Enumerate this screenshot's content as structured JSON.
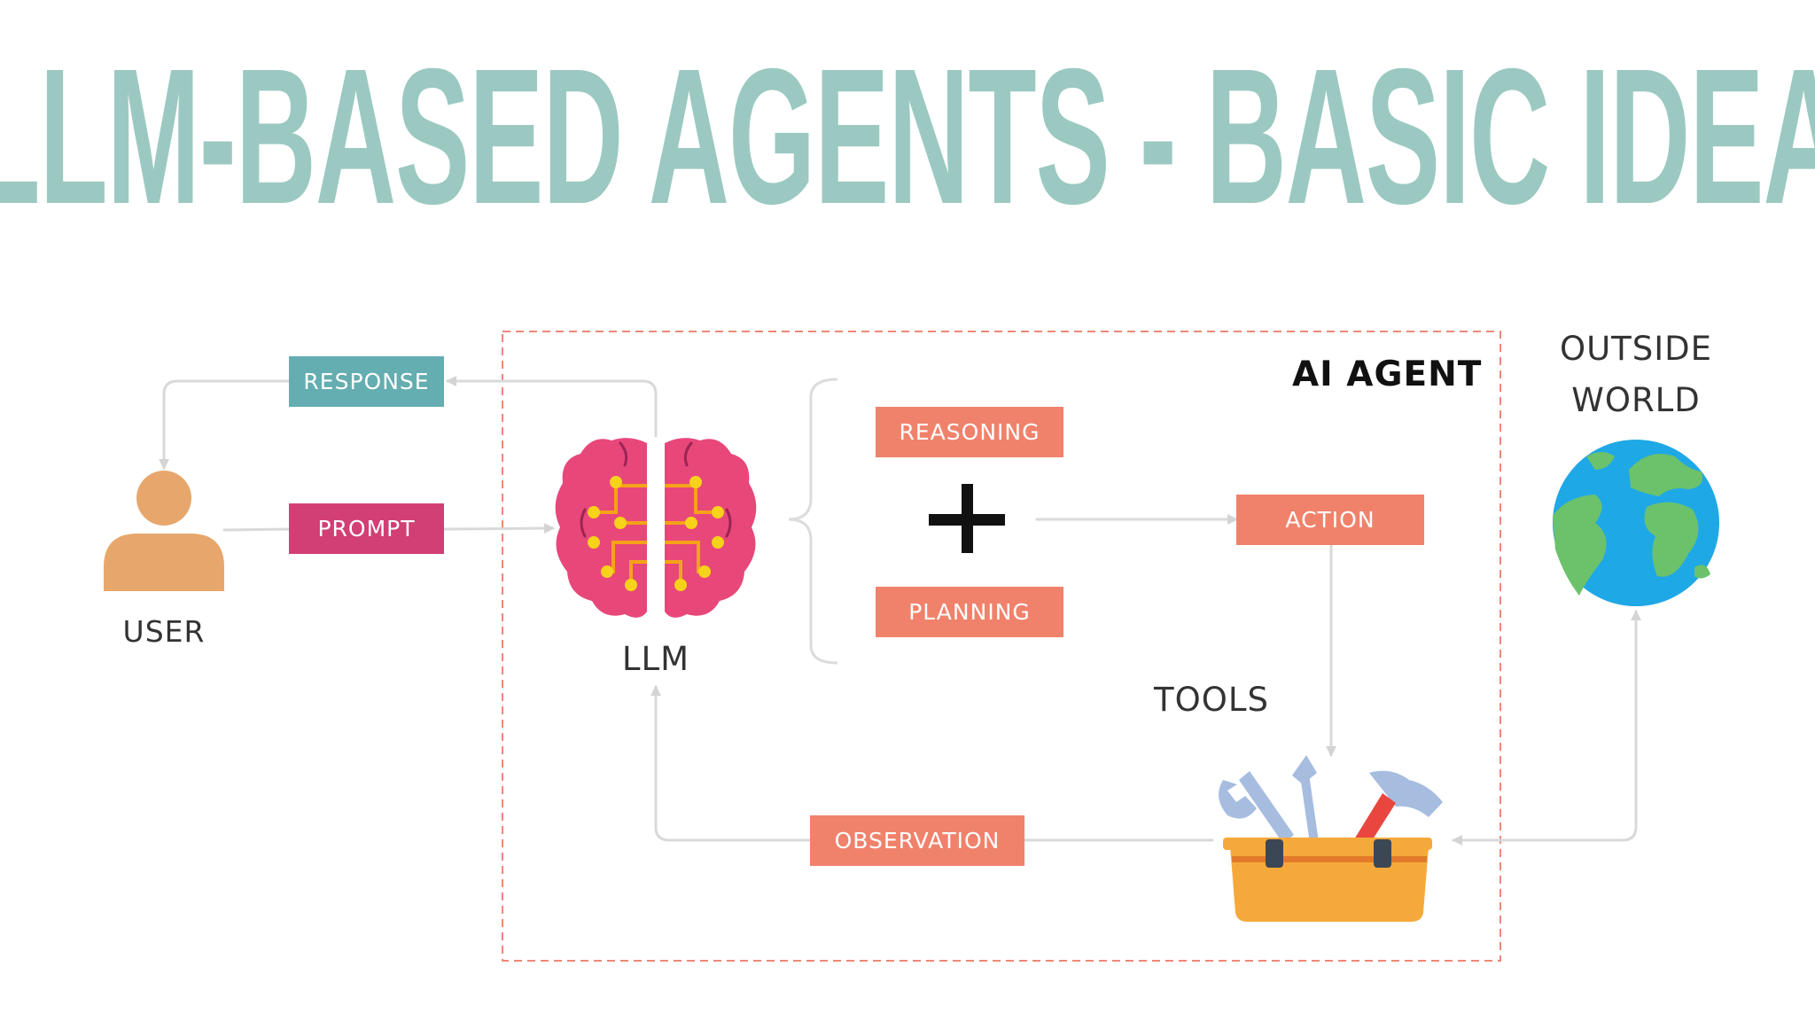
{
  "title": "LLM-BASED AGENTS - BASIC IDEA",
  "diagram": {
    "agent_label": "AI AGENT",
    "nodes": {
      "user": "USER",
      "llm": "LLM",
      "tools": "TOOLS",
      "outside_world_line1": "OUTSIDE",
      "outside_world_line2": "WORLD"
    },
    "boxes": {
      "response": "RESPONSE",
      "prompt": "PROMPT",
      "reasoning": "REASONING",
      "planning": "PLANNING",
      "action": "ACTION",
      "observation": "OBSERVATION"
    },
    "colors": {
      "title": "#9bc9c2",
      "coral": "#f0826b",
      "teal": "#64adb0",
      "pink": "#d23f74",
      "connector": "#d9d9d9",
      "agent_border": "#ee8877"
    },
    "icons": [
      "user-icon",
      "brain-icon",
      "plus-icon",
      "toolbox-icon",
      "globe-icon"
    ]
  }
}
